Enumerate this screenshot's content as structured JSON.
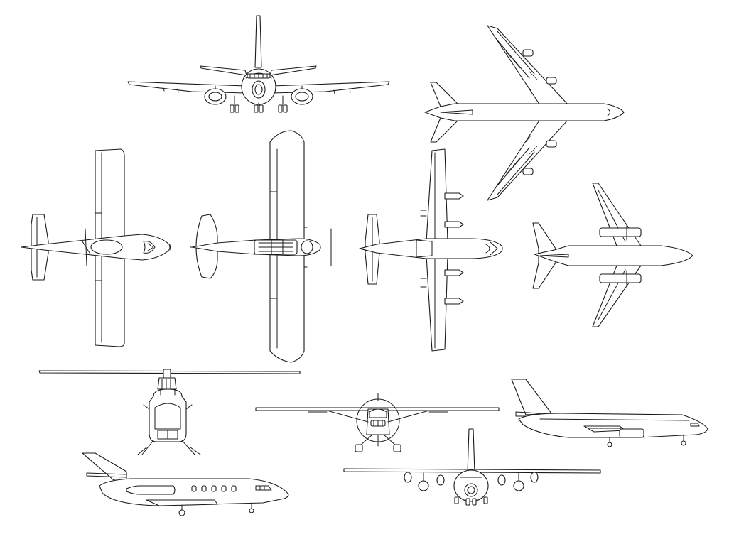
{
  "drawing": {
    "line_color": "#1a1a1a",
    "background": "#ffffff",
    "views": [
      {
        "id": "airliner-front",
        "kind": "twin-engine airliner, front view"
      },
      {
        "id": "jumbo-top",
        "kind": "four-engine jumbo jet, top view"
      },
      {
        "id": "lowwing-top",
        "kind": "low-wing light aircraft, top view"
      },
      {
        "id": "highwing-top",
        "kind": "high-wing light aircraft, top view"
      },
      {
        "id": "transport-top",
        "kind": "four-engine turboprop transport, top view"
      },
      {
        "id": "twinjet-top",
        "kind": "twin-engine airliner, top view"
      },
      {
        "id": "helicopter-front",
        "kind": "helicopter, front view"
      },
      {
        "id": "bizjet-side",
        "kind": "business jet, side view"
      },
      {
        "id": "highwing-front",
        "kind": "high-wing light aircraft, front view"
      },
      {
        "id": "transport-front",
        "kind": "four-engine turboprop transport, front view"
      },
      {
        "id": "airliner-side",
        "kind": "twin-engine airliner, side view"
      }
    ]
  }
}
